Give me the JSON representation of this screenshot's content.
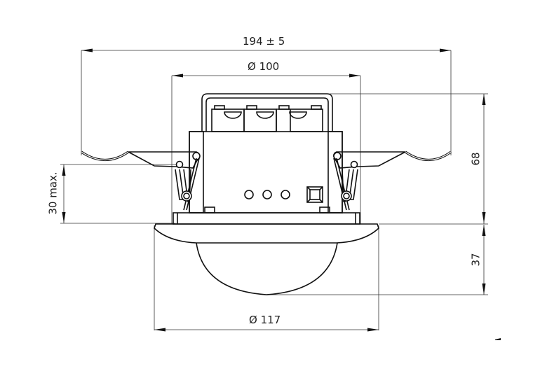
{
  "drawing": {
    "title": "Ceiling flush-mount sensor dimension drawing",
    "units": "mm",
    "dimensions": {
      "overall_width": "194 ± 5",
      "cutout_diameter": "Ø 100",
      "cover_diameter": "Ø 117",
      "body_height": "68",
      "dome_height": "37",
      "ceiling_thickness": "30 max."
    },
    "features": {
      "terminal_count": 3,
      "indicator_holes": 3,
      "button_count": 1,
      "spring_clips": 2
    },
    "colors": {
      "line": "#111111",
      "dimension_line": "#333333",
      "background": "#ffffff"
    }
  }
}
